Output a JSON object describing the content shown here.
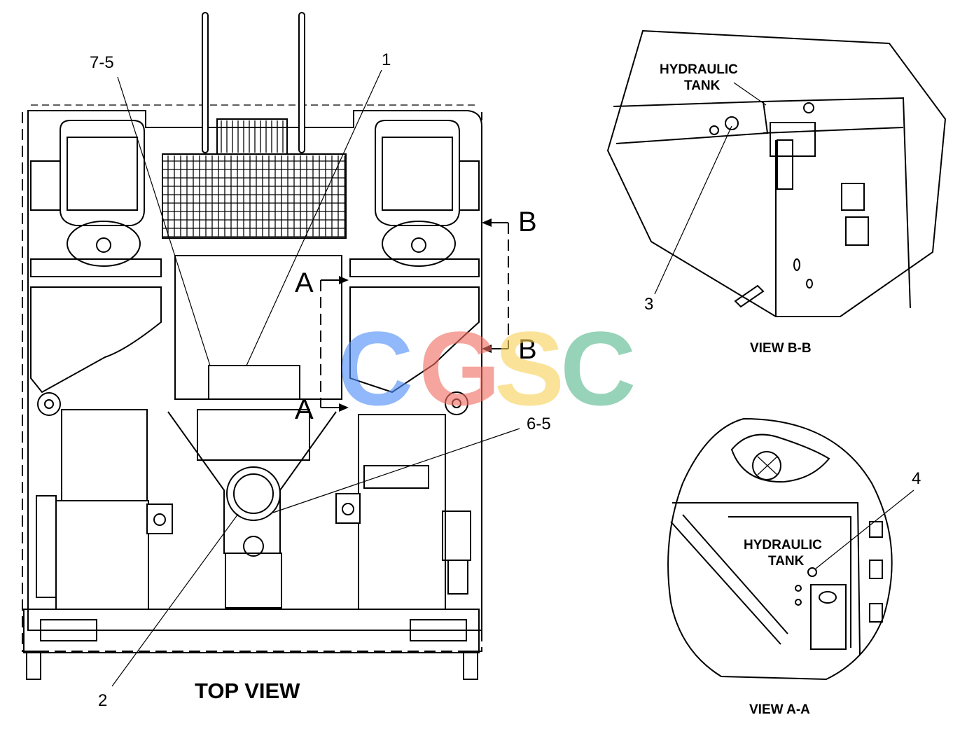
{
  "callouts": {
    "c1": "1",
    "c2": "2",
    "c3": "3",
    "c4": "4",
    "c75": "7-5",
    "c65": "6-5"
  },
  "sections": {
    "a_top": "A",
    "a_bottom": "A",
    "b_top": "B",
    "b_bottom": "B"
  },
  "views": {
    "top": "TOP VIEW",
    "bb": "VIEW B-B",
    "aa": "VIEW A-A"
  },
  "labels": {
    "bb_tank_line1": "HYDRAULIC",
    "bb_tank_line2": "TANK",
    "aa_tank_line1": "HYDRAULIC",
    "aa_tank_line2": "TANK"
  },
  "watermark": {
    "letters": [
      "C",
      "G",
      "S",
      "C"
    ],
    "colors": [
      "#4f8ef7",
      "#ef6f62",
      "#f7d25a",
      "#58b98f"
    ]
  }
}
